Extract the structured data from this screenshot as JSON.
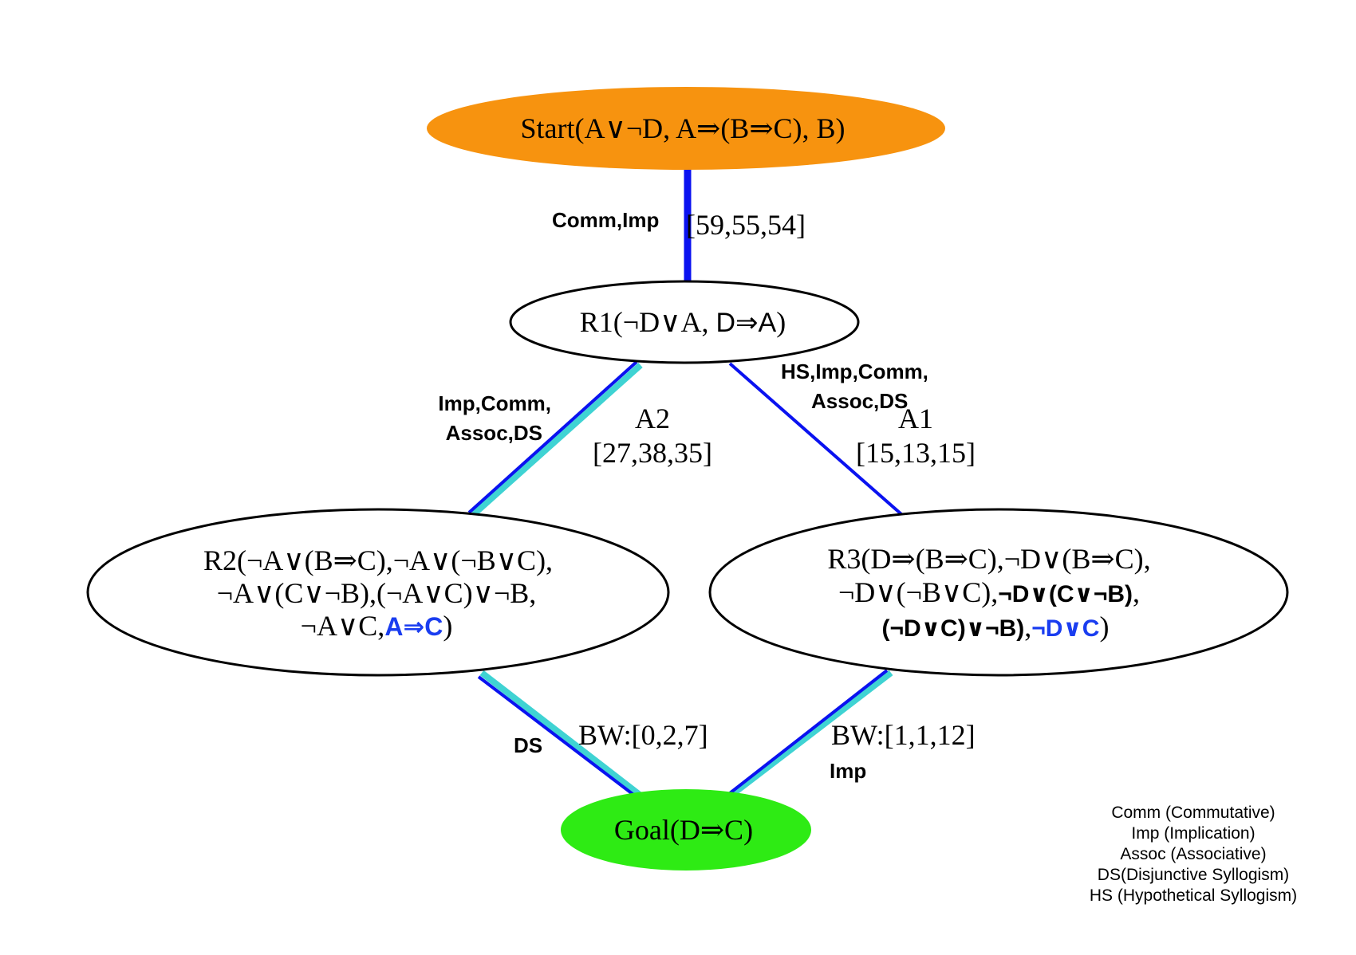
{
  "nodes": {
    "start": {
      "text": "Start(A∨¬D, A⇒(B⇒C), B)",
      "color": "#f7930f"
    },
    "r1": {
      "prefix": "R1(¬D∨A, ",
      "bold_part": "D⇒A",
      "suffix": ")"
    },
    "r2": {
      "line1": "R2(¬A∨(B⇒C),¬A∨(¬B∨C),",
      "line2": "¬A∨(C∨¬B),(¬A∨C)∨¬B,",
      "line3_prefix": "¬A∨C,",
      "line3_highlight": "A⇒C",
      "line3_suffix": ")"
    },
    "r3": {
      "line1": "R3(D⇒(B⇒C),¬D∨(B⇒C),",
      "line2_prefix": "¬D∨(¬B∨C),",
      "line2_bold": "¬D∨(C∨¬B)",
      "line2_suffix": ",",
      "line3_bold": "(¬D∨C)∨¬B)",
      "line3_sep": ",",
      "line3_highlight": "¬D∨C",
      "line3_suffix": ")"
    },
    "goal": {
      "text": "Goal(D⇒C)",
      "color": "#2eeb14"
    }
  },
  "edges": {
    "start_r1": {
      "rules": "Comm,Imp",
      "values": "[59,55,54]"
    },
    "r1_r2": {
      "rules_line1": "Imp,Comm,",
      "rules_line2": "Assoc,DS",
      "name": "A2",
      "values": "[27,38,35]"
    },
    "r1_r3": {
      "rules_line1": "HS,Imp,Comm,",
      "rules_line2": "Assoc,DS",
      "name": "A1",
      "values": "[15,13,15]"
    },
    "r2_goal": {
      "rules": "DS",
      "values": "BW:[0,2,7]"
    },
    "r3_goal": {
      "rules": "Imp",
      "values": "BW:[1,1,12]"
    }
  },
  "legend": [
    "Comm (Commutative)",
    "Imp (Implication)",
    "Assoc (Associative)",
    "DS(Disjunctive Syllogism)",
    "HS (Hypothetical Syllogism)"
  ],
  "colors": {
    "edge_blue": "#0a12f0",
    "edge_highlight": "#3fd3d3",
    "highlight_text": "#1a3df0"
  }
}
